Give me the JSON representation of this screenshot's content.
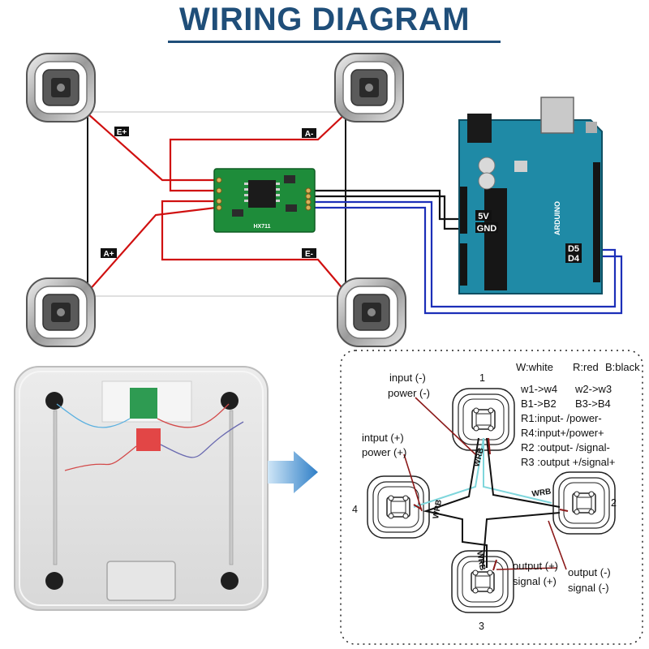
{
  "title": "WIRING DIAGRAM",
  "top": {
    "corner_tags": {
      "e_plus": "E+",
      "a_minus": "A-",
      "a_plus": "A+",
      "e_minus": "E-"
    },
    "hx711_label": "HX711",
    "arduino": {
      "pin_5v": "5V",
      "pin_gnd": "GND",
      "pin_d5": "D5",
      "pin_d4": "D4",
      "brand": "ARDUINO"
    }
  },
  "bottom": {
    "legend": {
      "colors": [
        "W:white",
        "R:red",
        "B:black"
      ],
      "mappings": [
        "w1->w4",
        "w2->w3",
        "B1->B2",
        "B3->B4"
      ],
      "notes": [
        "R1:input- /power-",
        "R4:input+/power+",
        "R2 :output- /signal-",
        "R3 :output +/signal+"
      ]
    },
    "labels": {
      "input_minus": "input (-)",
      "power_minus": "power (-)",
      "input_plus": "intput (+)",
      "power_plus": "power (+)",
      "output_plus": "output (+)",
      "signal_plus": "signal (+)",
      "output_minus": "output (-)",
      "signal_minus": "signal (-)"
    },
    "sensor_numbers": [
      "1",
      "2",
      "3",
      "4"
    ],
    "wire_code": "WRB"
  },
  "colors": {
    "title": "#1f4e79",
    "wire_red": "#d01010",
    "wire_black": "#111111",
    "wire_blue": "#1c2fb8",
    "wire_cyan": "#7fd6dc",
    "wire_maroon": "#8b1a1a",
    "arduino": "#1f8aa6",
    "hx711": "#1e8c3a"
  }
}
